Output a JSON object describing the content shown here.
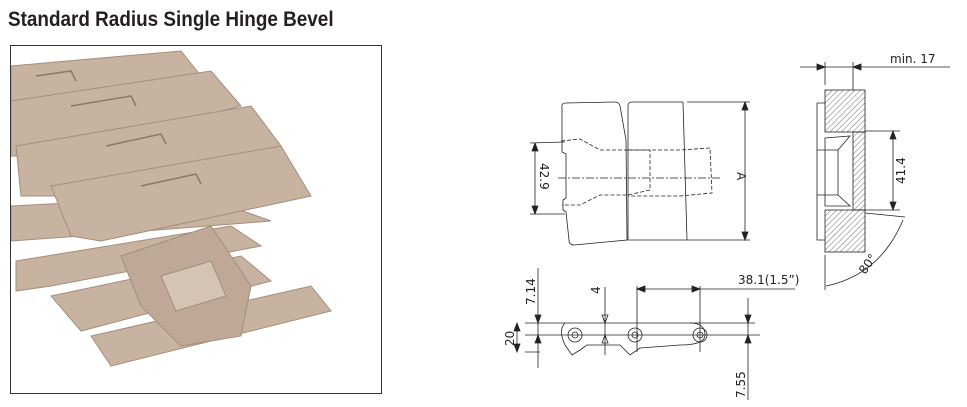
{
  "title": "Standard Radius Single Hinge Bevel",
  "colors": {
    "chain": "#c8b3a0",
    "chain_shadow": "#a38e7c",
    "line": "#222222"
  },
  "drawing": {
    "dim_width": "42.9",
    "dim_a": "A",
    "dim_min": "min.  17",
    "dim_slot": "41.4",
    "dim_angle": "80°",
    "dim_pitch": "38.1(1.5”)",
    "dim_top": "7.14",
    "dim_four": "4",
    "dim_height": "20",
    "dim_bottom": "7.55"
  }
}
